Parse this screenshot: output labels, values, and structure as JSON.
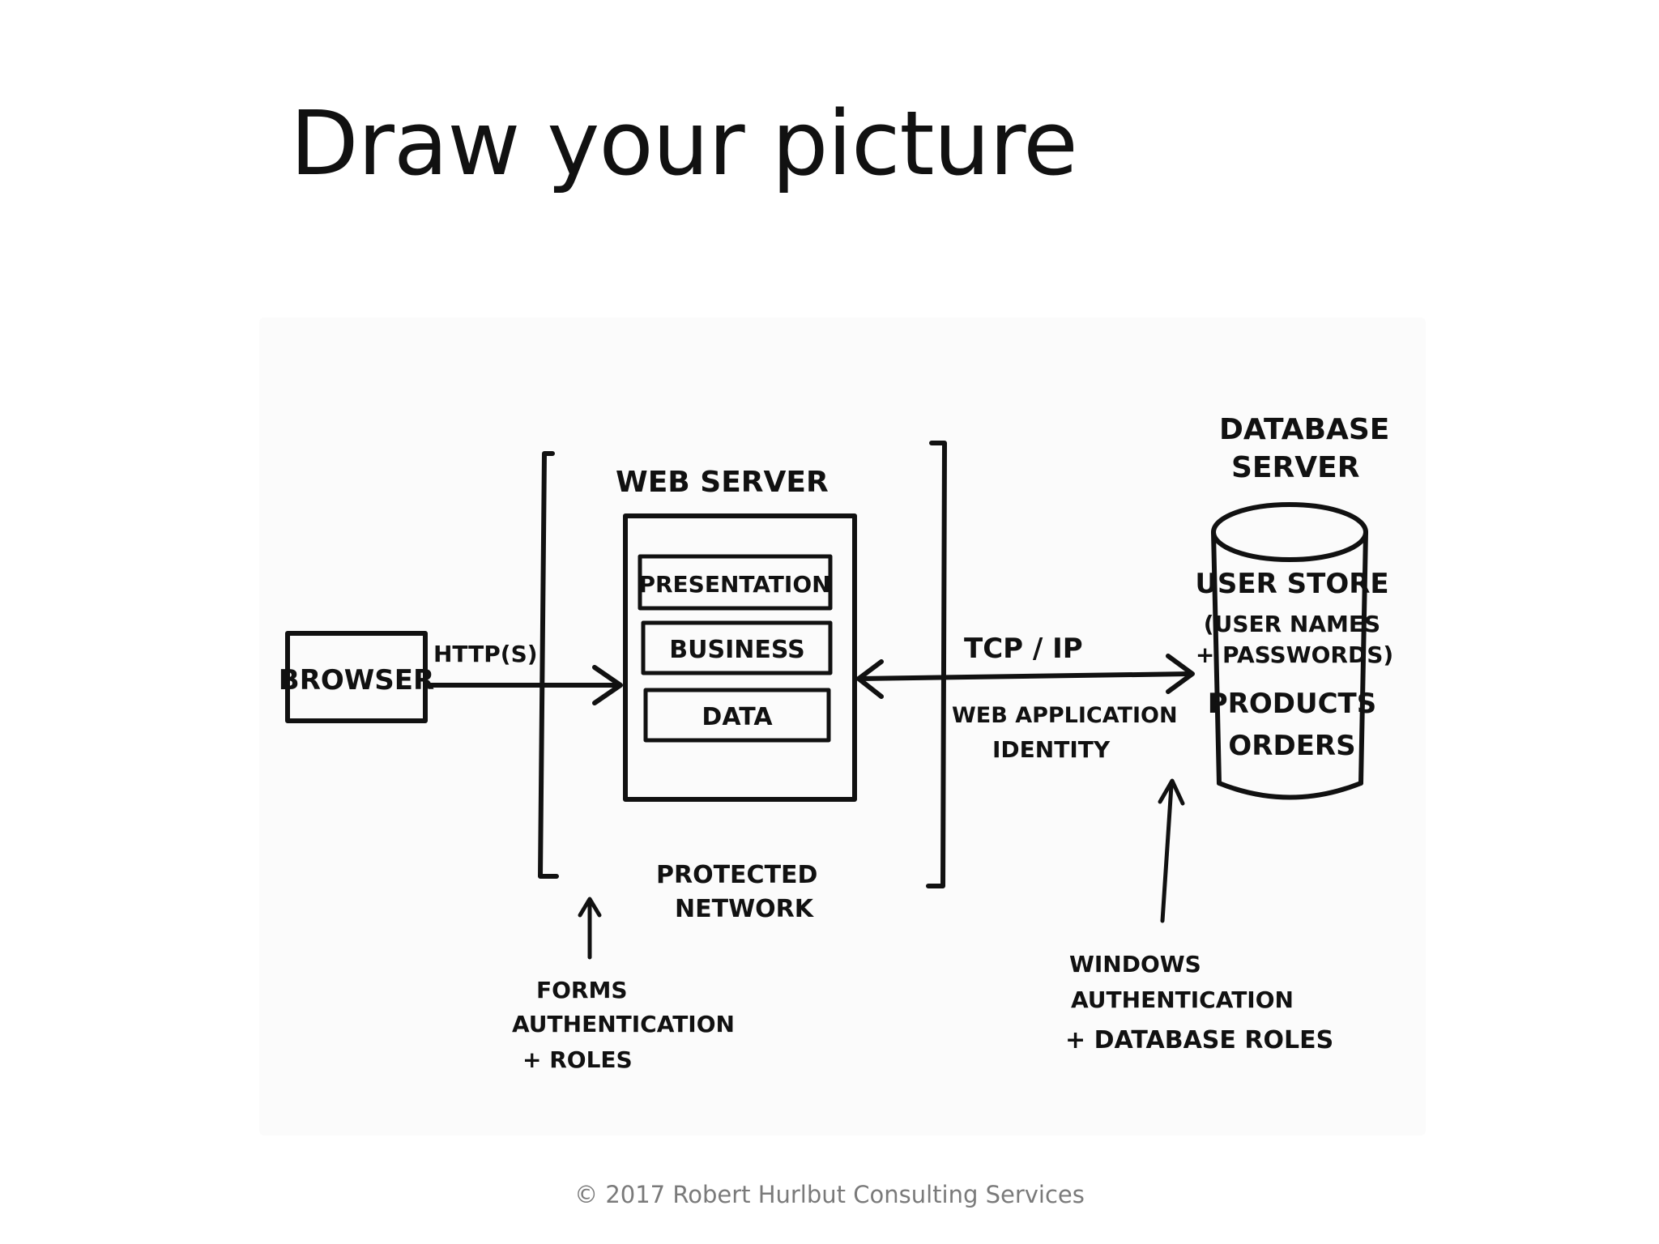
{
  "slide": {
    "title": "Draw your picture",
    "footer": "© 2017 Robert Hurlbut Consulting Services"
  },
  "diagram": {
    "browser": "BROWSER",
    "http": "HTTP(S)",
    "web_server": "WEB SERVER",
    "layers": [
      "PRESENTATION",
      "BUSINESS",
      "DATA"
    ],
    "protected_network": [
      "PROTECTED",
      "NETWORK"
    ],
    "forms_auth": [
      "FORMS",
      "AUTHENTICATION",
      "+ ROLES"
    ],
    "tcp_ip": "TCP / IP",
    "web_app_identity": [
      "WEB APPLICATION",
      "IDENTITY"
    ],
    "database_server": [
      "DATABASE",
      "SERVER"
    ],
    "db_contents": [
      "USER STORE",
      "(USER NAMES",
      "+ PASSWORDS)",
      "PRODUCTS",
      "ORDERS"
    ],
    "windows_auth": [
      "WINDOWS",
      "AUTHENTICATION",
      "+ DATABASE ROLES"
    ]
  }
}
